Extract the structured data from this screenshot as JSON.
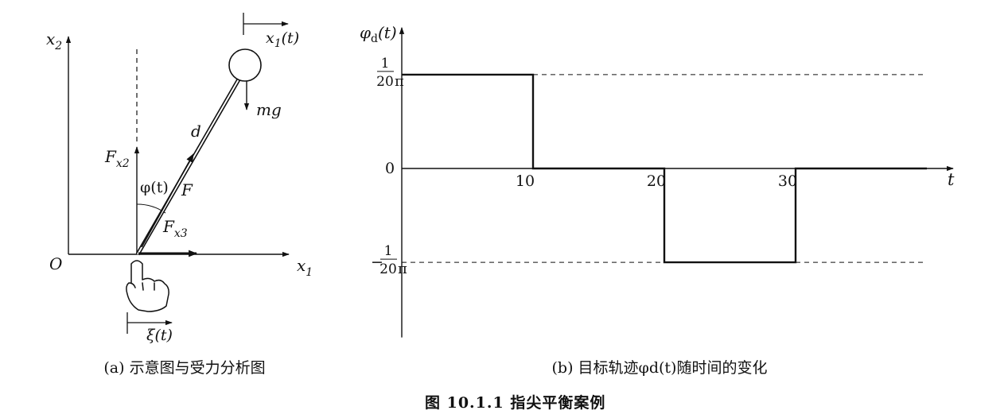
{
  "left_diagram": {
    "axis_x_label": "x1",
    "axis_y_label": "x2",
    "origin_label": "O",
    "top_arrow_label": "x1(t)",
    "bottom_arrow_label": "ξ(t)",
    "force_vertical_label": "Fx2",
    "angle_label": "φ(t)",
    "force_label": "F",
    "force_axial_label": "Fx3",
    "length_label": "d",
    "gravity_label": "mg",
    "caption": "(a) 示意图与受力分析图"
  },
  "chart_data": {
    "type": "line",
    "title": "",
    "xlabel": "t",
    "ylabel": "φd(t)",
    "x_ticks": [
      "10",
      "20",
      "30"
    ],
    "y_ticks": [
      "1/20 π",
      "0",
      "−1/20 π"
    ],
    "xlim": [
      0,
      42
    ],
    "ylim": [
      -0.2827,
      0.2356
    ],
    "series": [
      {
        "points": [
          [
            0,
            0.15708
          ],
          [
            10,
            0.15708
          ],
          [
            10,
            0
          ],
          [
            20,
            0
          ],
          [
            20,
            -0.15708
          ],
          [
            30,
            -0.15708
          ],
          [
            30,
            0
          ],
          [
            40,
            0
          ]
        ]
      }
    ],
    "reference_lines": [
      0.15708,
      -0.15708
    ],
    "caption": "(b) 目标轨迹φd(t)随时间的变化"
  },
  "figure_caption": "图 10.1.1   指尖平衡案例"
}
